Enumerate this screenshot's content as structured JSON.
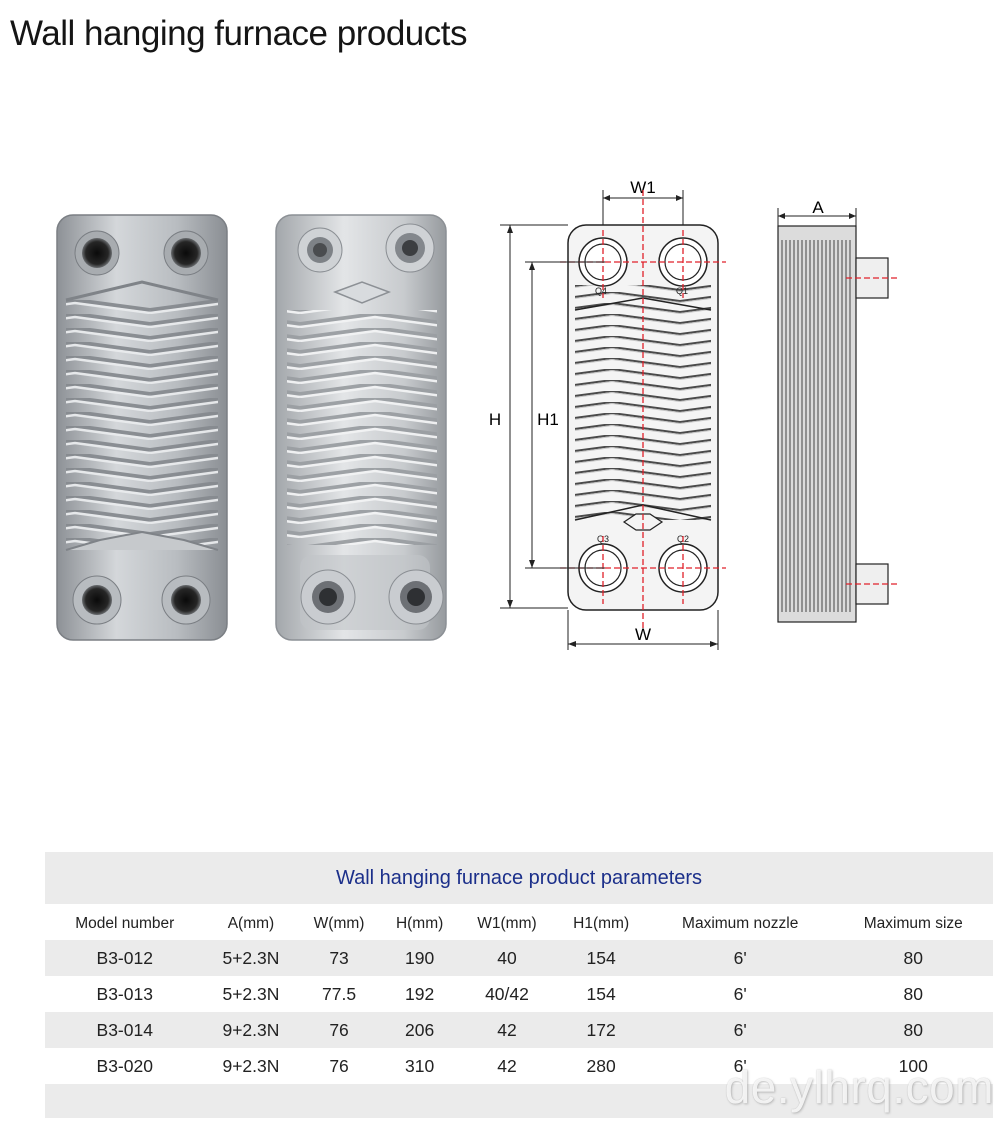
{
  "page": {
    "title": "Wall hanging furnace products",
    "watermark": "de.ylhrq.com"
  },
  "drawing": {
    "dim_w1": "W1",
    "dim_a": "A",
    "dim_h": "H",
    "dim_h1": "H1",
    "dim_w": "W",
    "port_labels": [
      "Q4",
      "Q1",
      "Q3",
      "Q2"
    ]
  },
  "colors": {
    "title_blue": "#1b2f8a",
    "row_gray": "#ebebeb",
    "centerline_red": "#e0202a"
  },
  "params_table": {
    "title": "Wall hanging furnace product parameters",
    "headers": [
      "Model number",
      "A(mm)",
      "W(mm)",
      "H(mm)",
      "W1(mm)",
      "H1(mm)",
      "Maximum nozzle",
      "Maximum size"
    ],
    "rows": [
      [
        "B3-012",
        "5+2.3N",
        "73",
        "190",
        "40",
        "154",
        "6'",
        "80"
      ],
      [
        "B3-013",
        "5+2.3N",
        "77.5",
        "192",
        "40/42",
        "154",
        "6'",
        "80"
      ],
      [
        "B3-014",
        "9+2.3N",
        "76",
        "206",
        "42",
        "172",
        "6'",
        "80"
      ],
      [
        "B3-020",
        "9+2.3N",
        "76",
        "310",
        "42",
        "280",
        "6'",
        "100"
      ]
    ]
  }
}
